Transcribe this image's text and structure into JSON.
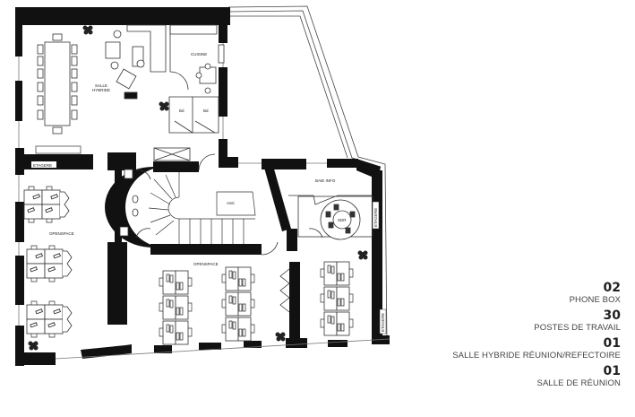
{
  "plan": {
    "rooms": [
      {
        "id": "salle-hybride",
        "label_lines": [
          "SALLE",
          "HYBRIDE"
        ]
      },
      {
        "id": "cuisine",
        "label": "CUISINE"
      },
      {
        "id": "phone-box-1",
        "label": "Bd"
      },
      {
        "id": "phone-box-2",
        "label": "Bd"
      },
      {
        "id": "etagere-top",
        "label": "ETAGERE"
      },
      {
        "id": "openspace-left",
        "label": "OPENSPACE"
      },
      {
        "id": "openspace-center",
        "label": "OPENSPACE"
      },
      {
        "id": "asc",
        "label": "ASC"
      },
      {
        "id": "baie-info",
        "label": "BAIE INFO"
      },
      {
        "id": "sdr",
        "label": "SDR"
      },
      {
        "id": "etagere-right-top",
        "label": "ETAGERE"
      },
      {
        "id": "etagere-right-bottom",
        "label": "ETAGERE"
      }
    ]
  },
  "legend": [
    {
      "count": "02",
      "label": "PHONE BOX"
    },
    {
      "count": "30",
      "label": "POSTES DE TRAVAIL"
    },
    {
      "count": "01",
      "label": "SALLE HYBRIDE RÉUNION/REFECTOIRE"
    },
    {
      "count": "01",
      "label": "SALLE DE RÉUNION"
    }
  ],
  "colors": {
    "wall": "#111111",
    "line": "#333333",
    "background": "#ffffff"
  }
}
